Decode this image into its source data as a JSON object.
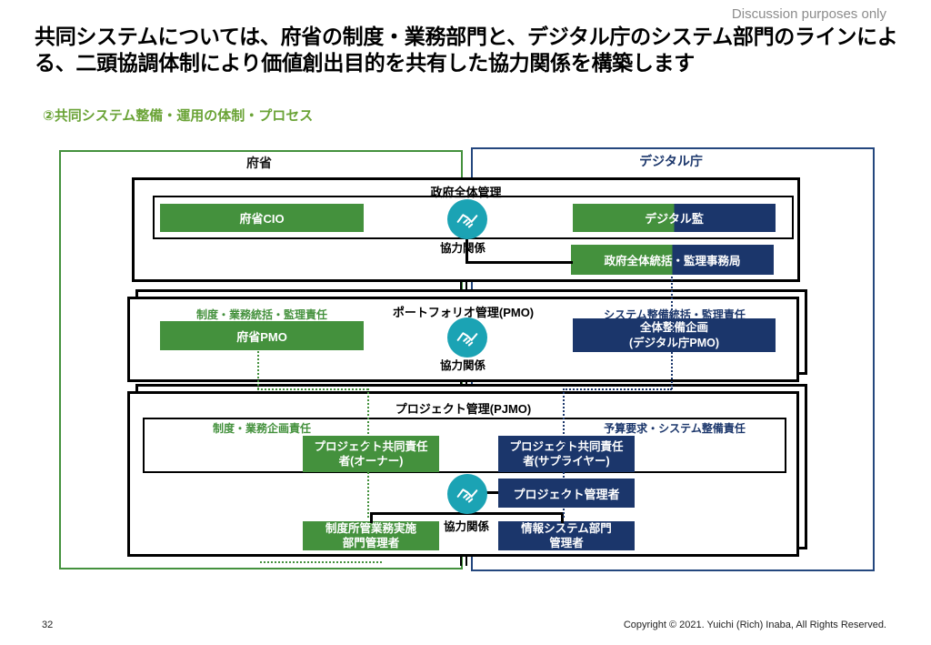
{
  "slide": {
    "watermark": "Discussion purposes only",
    "title": "共同システムについては、府省の制度・業務部門と、デジタル庁のシステム部門のラインによる、二頭協調体制により価値創出目的を共有した協力関係を構築します",
    "section_heading": "②共同システム整備・運用の体制・プロセス",
    "page_number": "32",
    "copyright": "Copyright © 2021. Yuichi (Rich) Inaba, All Rights Reserved."
  },
  "colors": {
    "green": "#44913d",
    "navy": "#1b366b",
    "container_blue_border": "#24477e",
    "teal": "#1ba3b4",
    "heading_green": "#6aa336",
    "watermark_gray": "#8c8c8c"
  },
  "containers": {
    "ministry_label": "府省",
    "agency_label": "デジタル庁"
  },
  "cooperation_label": "協力関係",
  "layer1": {
    "title": "政府全体管理",
    "ministry_cio": "府省CIO",
    "digital_kan": "デジタル監",
    "secretariat": "政府全体統括・監理事務局"
  },
  "layer2": {
    "title": "ポートフォリオ管理(PMO)",
    "ministry_responsibility": "制度・業務統括・監理責任",
    "ministry_pmo": "府省PMO",
    "agency_responsibility": "システム整備統括・監理責任",
    "agency_pmo": "全体整備企画\n(デジタル庁PMO)"
  },
  "layer3": {
    "title": "プロジェクト管理(PJMO)",
    "ministry_responsibility": "制度・業務企画責任",
    "agency_responsibility": "予算要求・システム整備責任",
    "owner": "プロジェクト共同責任\n者(オーナー)",
    "supplier": "プロジェクト共同責任\n者(サプライヤー)",
    "project_manager": "プロジェクト管理者",
    "ministry_dept_manager": "制度所管業務実施\n部門管理者",
    "it_dept_manager": "情報システム部門\n管理者"
  }
}
